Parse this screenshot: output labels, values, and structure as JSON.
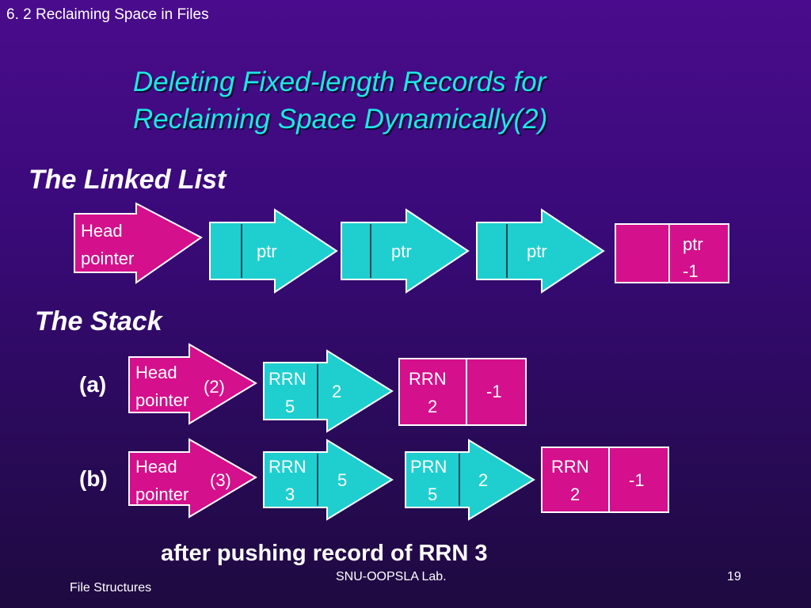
{
  "header": "6. 2 Reclaiming Space in Files",
  "title_lines": [
    "Deleting Fixed-length Records for",
    "Reclaiming Space Dynamically(2)"
  ],
  "linked_list": {
    "heading": "The Linked List",
    "head_lines": [
      "Head",
      "pointer"
    ],
    "nodes": [
      {
        "field": "ptr"
      },
      {
        "field": "ptr"
      },
      {
        "field": "ptr"
      }
    ],
    "tail": {
      "field_lines": [
        "ptr",
        "-1"
      ]
    }
  },
  "stack": {
    "heading": "The Stack",
    "rows": [
      {
        "label": "(a)",
        "head_lines": [
          "Head",
          "pointer"
        ],
        "head_value": "(2)",
        "arrows": [
          {
            "rrn_lines": [
              "RRN",
              "5"
            ],
            "value": "2"
          }
        ],
        "box": {
          "rrn_lines": [
            "RRN",
            "2"
          ],
          "value": "-1"
        }
      },
      {
        "label": "(b)",
        "head_lines": [
          "Head",
          "pointer"
        ],
        "head_value": "(3)",
        "arrows": [
          {
            "rrn_lines": [
              "RRN",
              "3"
            ],
            "value": "5"
          },
          {
            "rrn_lines": [
              "PRN",
              "5"
            ],
            "value": "2"
          }
        ],
        "box": {
          "rrn_lines": [
            "RRN",
            "2"
          ],
          "value": "-1"
        }
      }
    ]
  },
  "caption": "after pushing record of RRN 3",
  "footer": {
    "lab": "SNU-OOPSLA Lab.",
    "page": "19",
    "course": "File Structures"
  },
  "colors": {
    "magenta": "#d4108c",
    "cyan": "#1fcfcf",
    "title": "#1fe6e6"
  }
}
